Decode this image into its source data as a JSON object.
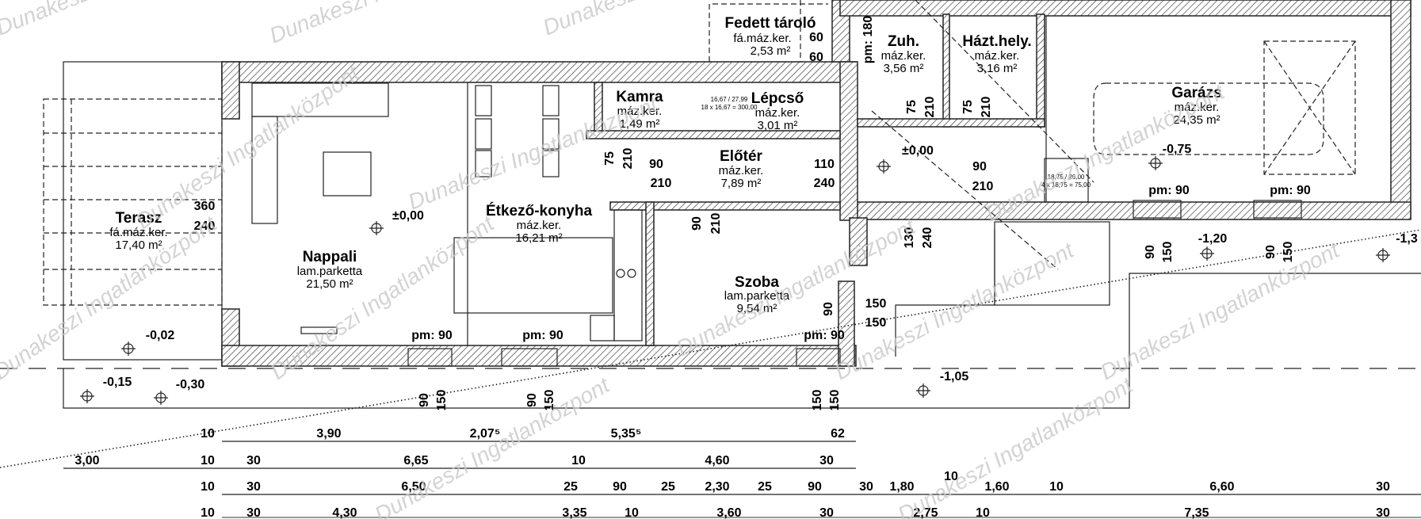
{
  "watermark": "Dunakeszi Ingatlanközpont",
  "rooms": {
    "terasz": {
      "name": "Terasz",
      "floor": "fá.máz.ker.",
      "area": "17,40 m²"
    },
    "nappali": {
      "name": "Nappali",
      "floor": "lam.parketta",
      "area": "21,50 m²"
    },
    "etkezo": {
      "name": "Étkező-konyha",
      "floor": "máz.ker.",
      "area": "16,21 m²"
    },
    "kamra": {
      "name": "Kamra",
      "floor": "máz.ker.",
      "area": "1,49 m²"
    },
    "lepcso": {
      "name": "Lépcső",
      "floor": "máz.ker.",
      "area": "3,01 m²"
    },
    "eloter": {
      "name": "Előtér",
      "floor": "máz.ker.",
      "area": "7,89 m²"
    },
    "szoba": {
      "name": "Szoba",
      "floor": "lam.parketta",
      "area": "9,54 m²"
    },
    "fedett": {
      "name": "Fedett tároló",
      "floor": "fá.máz.ker.",
      "area": "2,53 m²"
    },
    "zuh": {
      "name": "Zuh.",
      "floor": "máz.ker.",
      "area": "3,56 m²"
    },
    "haztart": {
      "name": "Házt.hely.",
      "floor": "máz.ker.",
      "area": "3,16 m²"
    },
    "garazs": {
      "name": "Garázs",
      "floor": "máz.ker.",
      "area": "24,35 m²"
    }
  },
  "levels": {
    "nappali": "±0,00",
    "eloter": "±0,00",
    "garazs": "-0,75",
    "terasz": "-0,02",
    "ext1": "-0,15",
    "ext2": "-0,30",
    "ext3": "-1,05",
    "ext4": "-1,20",
    "ext5": "-1,3"
  },
  "windows": {
    "pm90": "pm: 90",
    "pm180": "pm: 180"
  },
  "openings": [
    "360",
    "240",
    "75",
    "210",
    "90",
    "210",
    "90",
    "210",
    "110",
    "240",
    "90",
    "210",
    "75",
    "210",
    "75",
    "210",
    "60",
    "60",
    "130",
    "240",
    "150",
    "150",
    "90",
    "90",
    "150",
    "90",
    "150",
    "150",
    "150",
    "90",
    "150",
    "90",
    "150",
    "90",
    "150"
  ],
  "stairs": {
    "text1": "16,67 / 27,99",
    "text2": "18 x 16,67 = 300,00",
    "text3": "18,75 / 26,00",
    "text4": "4 x 18,75 = 75,00"
  },
  "dimensions": {
    "row1": [
      "10",
      "3,90",
      "2,07⁵",
      "5,35⁵",
      "62"
    ],
    "row2": [
      "3,00",
      "10",
      "30",
      "6,65",
      "10",
      "4,60",
      "30"
    ],
    "row3": [
      "10",
      "30",
      "6,50",
      "25",
      "90",
      "25",
      "2,30",
      "25",
      "90",
      "30",
      "1,80",
      "10",
      "1,60",
      "10",
      "6,60",
      "30"
    ],
    "row4": [
      "10",
      "30",
      "4,30",
      "3,35",
      "10",
      "3,60",
      "30",
      "2,75",
      "10",
      "7,35",
      "30"
    ]
  }
}
